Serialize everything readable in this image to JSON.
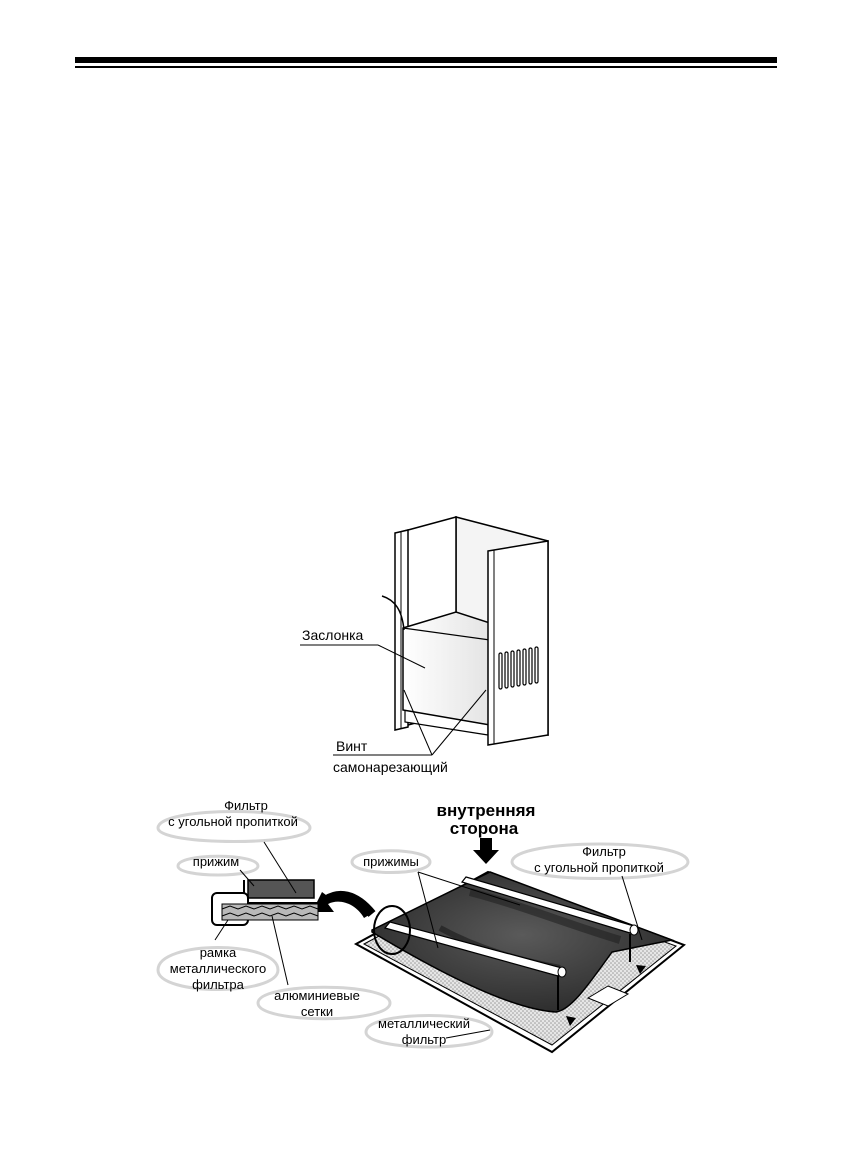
{
  "figure1": {
    "label_damper": "Заслонка",
    "label_screw_line1": "Винт",
    "label_screw_line2": "самонарезающий"
  },
  "figure2": {
    "carbon_filter_left_line1": "Фильтр",
    "carbon_filter_left_line2": "с угольной пропиткой",
    "clamp": "прижим",
    "frame_line1": "рамка",
    "frame_line2": "металлического",
    "frame_line3": "фильтра",
    "aluminium_line1": "алюминиевые",
    "aluminium_line2": "сетки",
    "clamps": "прижимы",
    "inner_side_line1": "внутренняя",
    "inner_side_line2": "сторона",
    "carbon_filter_right_line1": "Фильтр",
    "carbon_filter_right_line2": "с угольной пропиткой",
    "metal_filter_line1": "металлический",
    "metal_filter_line2": "фильтр"
  }
}
